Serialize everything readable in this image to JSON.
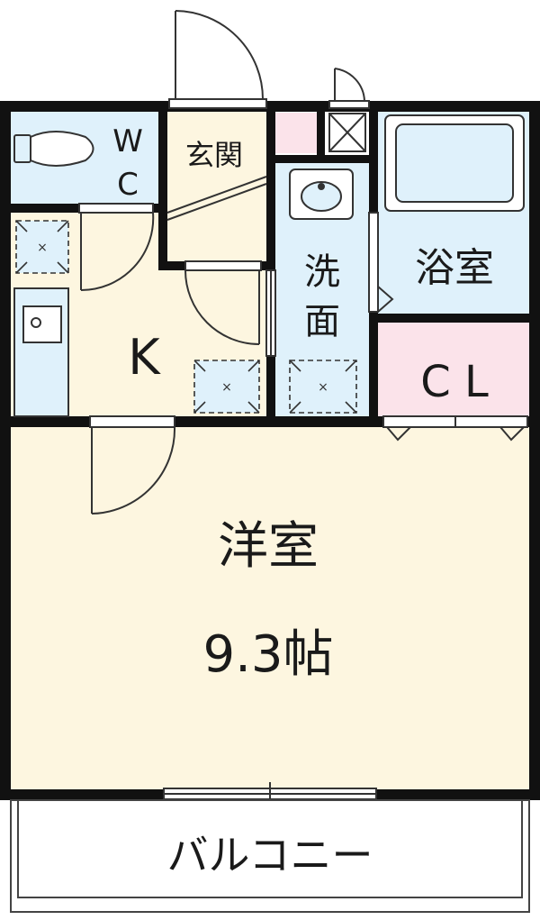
{
  "floorplan": {
    "rooms": {
      "toilet": {
        "label_line1": "W",
        "label_line2": "C"
      },
      "entrance": {
        "label": "玄関"
      },
      "washroom": {
        "label_line1": "洗",
        "label_line2": "面"
      },
      "bath": {
        "label": "浴室"
      },
      "closet": {
        "label": "C L"
      },
      "kitchen": {
        "label": "K"
      },
      "western_room": {
        "label": "洋室",
        "size": "9.3帖"
      },
      "balcony": {
        "label": "バルコニー"
      }
    },
    "colors": {
      "wall": "#111111",
      "wet_area": "#dff1fb",
      "floor": "#fdf6e0",
      "closet": "#fbe3ea",
      "balcony": "#ffffff"
    }
  }
}
